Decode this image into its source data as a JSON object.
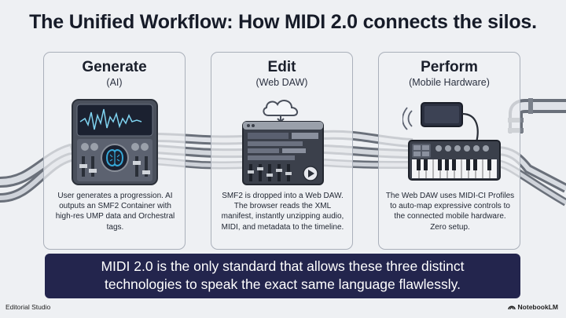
{
  "title": "The Unified Workflow: How MIDI 2.0 connects the silos.",
  "stages": [
    {
      "heading": "Generate",
      "sub": "(AI)",
      "desc": "User generates a progression. AI outputs an SMF2 Container with high-res UMP data and Orchestral tags."
    },
    {
      "heading": "Edit",
      "sub": "(Web DAW)",
      "desc": "SMF2 is dropped into a Web DAW. The browser reads the XML manifest, instantly unzipping audio, MIDI, and metadata to the timeline."
    },
    {
      "heading": "Perform",
      "sub": "(Mobile Hardware)",
      "desc": "The Web DAW uses MIDI-CI Profiles to auto-map expressive controls to the connected mobile hardware. Zero setup."
    }
  ],
  "banner": {
    "line1": "MIDI 2.0 is the only standard that allows these three distinct",
    "line2": "technologies to speak the exact same language flawlessly."
  },
  "footer": {
    "left": "Editorial Studio",
    "right": "NotebookLM"
  },
  "colors": {
    "banner_bg": "#23254d",
    "pipe": "#9aa0aa",
    "brain": "#36a8d8"
  }
}
